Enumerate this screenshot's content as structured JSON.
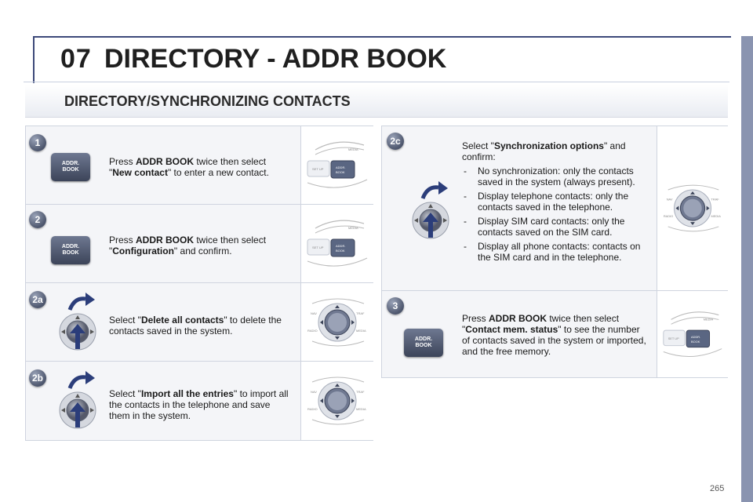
{
  "header": {
    "chapter": "07",
    "title": "DIRECTORY - ADDR BOOK"
  },
  "section_title": "DIRECTORY/SYNCHRONIZING CONTACTS",
  "key_label_1": "ADDR.",
  "key_label_2": "BOOK",
  "steps": {
    "s1": {
      "badge": "1",
      "pre": "Press ",
      "bold1": "ADDR BOOK",
      "mid": " twice then select \"",
      "bold2": "New contact",
      "post": "\" to enter a new contact."
    },
    "s2": {
      "badge": "2",
      "pre": "Press ",
      "bold1": "ADDR BOOK",
      "mid": " twice then select \"",
      "bold2": "Configuration",
      "post": "\" and confirm."
    },
    "s2a": {
      "badge": "2a",
      "pre": "Select \"",
      "bold1": "Delete all contacts",
      "post": "\" to delete the contacts saved in the system."
    },
    "s2b": {
      "badge": "2b",
      "pre": "Select \"",
      "bold1": "Import all the entries",
      "post": "\" to import all the contacts in the telephone and save them in the system."
    },
    "s2c": {
      "badge": "2c",
      "pre": "Select \"",
      "bold1": "Synchronization options",
      "post": "\" and confirm:",
      "items": [
        "No synchronization: only the contacts saved in the system (always present).",
        "Display telephone contacts: only the contacts saved in the telephone.",
        "Display SIM card contacts: only the contacts saved on the SIM card.",
        "Display all phone contacts: contacts on the SIM card and in the telephone."
      ]
    },
    "s3": {
      "badge": "3",
      "pre": "Press ",
      "bold1": "ADDR BOOK",
      "mid": " twice then select \"",
      "bold2": "Contact mem. status",
      "post": "\" to see the number of contacts saved in the system or imported, and the free memory."
    }
  },
  "panel_labels": {
    "media": "MEDIA",
    "setup": "SET UP",
    "nav": "NAV",
    "traf": "TRAF",
    "radio": "RADIO"
  },
  "page_number": "265"
}
